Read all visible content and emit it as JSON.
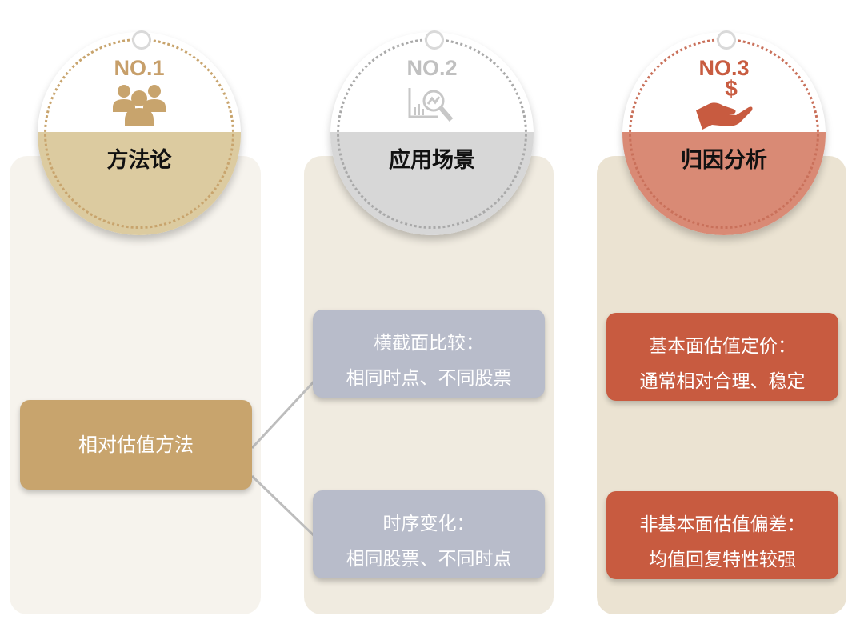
{
  "columns": [
    {
      "number": "NO.1",
      "heading": "方法论",
      "icon": "people-icon"
    },
    {
      "number": "NO.2",
      "heading": "应用场景",
      "icon": "magnifier-chart-icon"
    },
    {
      "number": "NO.3",
      "heading": "归因分析",
      "icon": "hand-money-icon"
    }
  ],
  "methodology": {
    "label": "相对估值方法"
  },
  "scenarios": [
    {
      "title": "横截面比较：",
      "detail": "相同时点、不同股票"
    },
    {
      "title": "时序变化：",
      "detail": "相同股票、不同时点"
    }
  ],
  "attribution": [
    {
      "title": "基本面估值定价：",
      "detail": "通常相对合理、稳定"
    },
    {
      "title": "非基本面估值偏差：",
      "detail": "均值回复特性较强"
    }
  ],
  "colors": {
    "gold": "#c8a46d",
    "grey": "#b8bcca",
    "red": "#c85b40"
  }
}
